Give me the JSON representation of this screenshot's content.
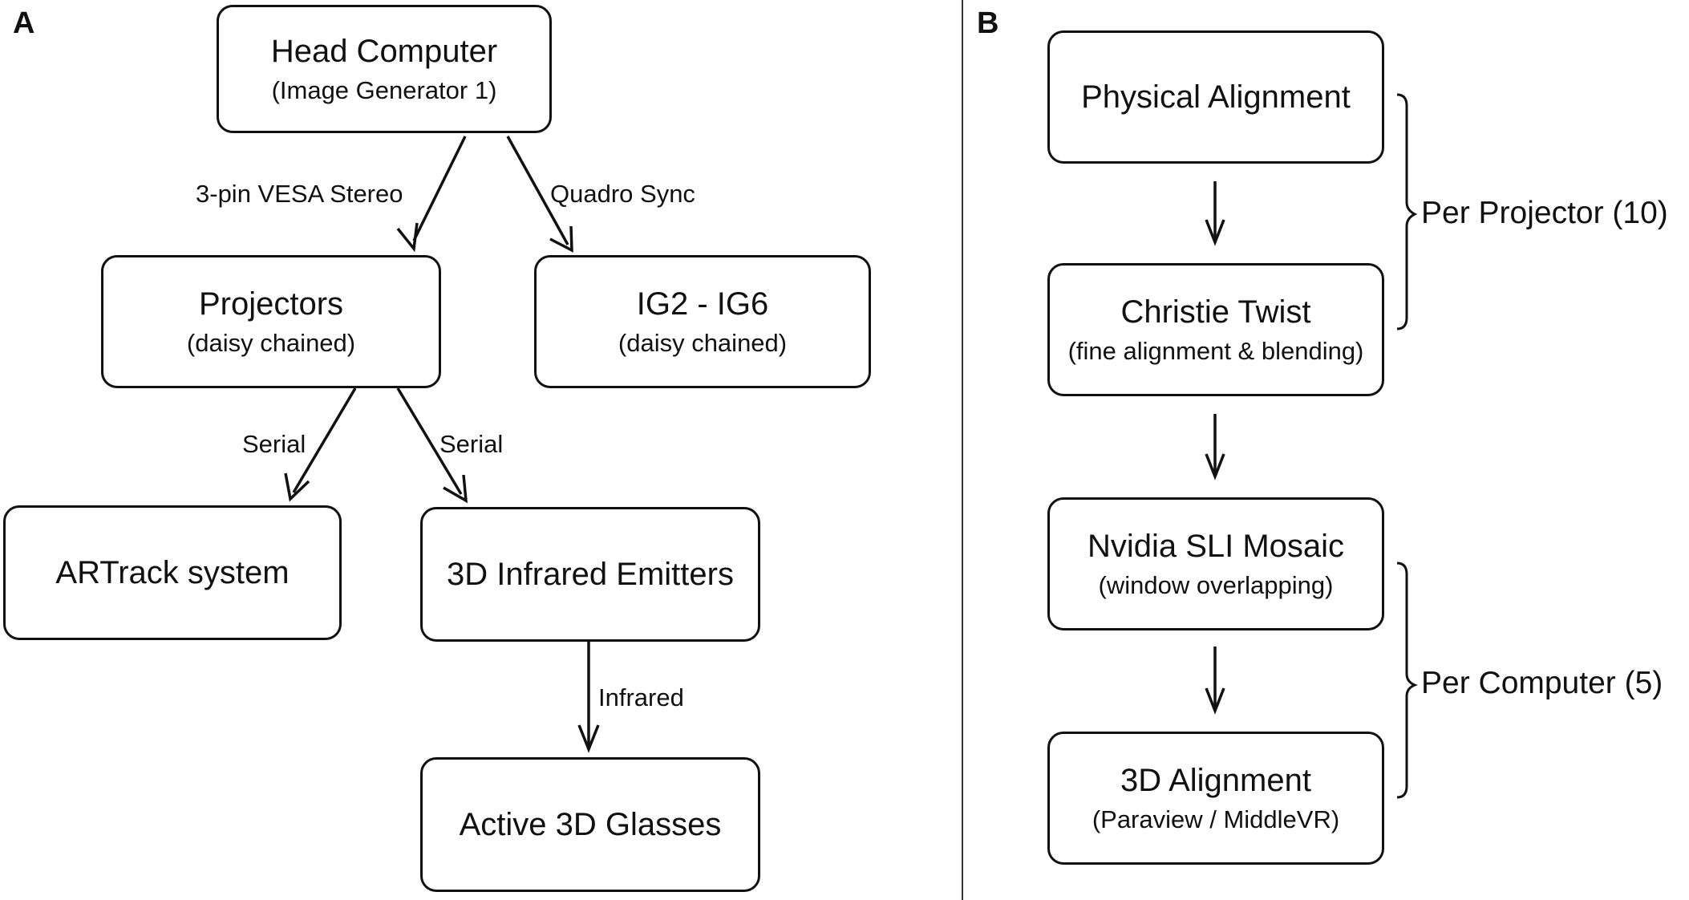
{
  "panel_a": {
    "letter": "A",
    "head_computer": {
      "title": "Head Computer",
      "subtitle": "(Image Generator 1)"
    },
    "projectors": {
      "title": "Projectors",
      "subtitle": "(daisy chained)"
    },
    "ig_boxes": {
      "title": "IG2 - IG6",
      "subtitle": "(daisy chained)"
    },
    "artrack": {
      "title": "ARTrack system"
    },
    "emitters": {
      "title": "3D Infrared Emitters"
    },
    "glasses": {
      "title": "Active 3D Glasses"
    },
    "edge_labels": {
      "vesa": "3-pin VESA Stereo",
      "quadro": "Quadro Sync",
      "serial_left": "Serial",
      "serial_right": "Serial",
      "infrared": "Infrared"
    }
  },
  "panel_b": {
    "letter": "B",
    "physical_alignment": {
      "title": "Physical Alignment"
    },
    "christie_twist": {
      "title": "Christie Twist",
      "subtitle": "(fine alignment & blending)"
    },
    "sli_mosaic": {
      "title": "Nvidia SLI Mosaic",
      "subtitle": "(window overlapping)"
    },
    "alignment_3d": {
      "title": "3D Alignment",
      "subtitle": "(Paraview / MiddleVR)"
    },
    "bracket_labels": {
      "per_projector": "Per Projector (10)",
      "per_computer": "Per Computer (5)"
    }
  }
}
